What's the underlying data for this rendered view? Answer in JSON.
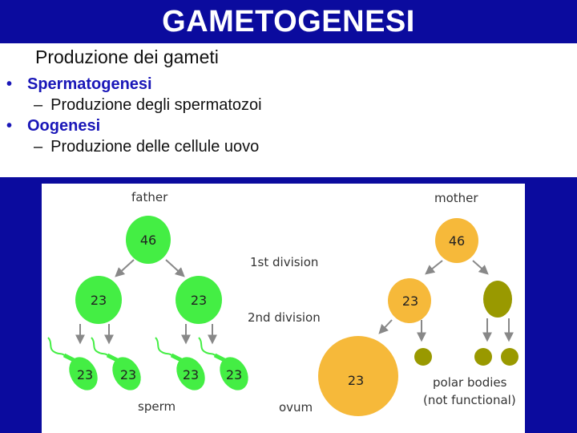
{
  "slide": {
    "title": "GAMETOGENESI",
    "subtitle": "Produzione dei gameti",
    "bullets": [
      {
        "bullet": "•",
        "label": "Spermatogenesi",
        "sub": "Produzione degli spermatozoi",
        "dash": "–"
      },
      {
        "bullet": "•",
        "label": "Oogenesi",
        "sub": "Produzione delle cellule uovo",
        "dash": "–"
      }
    ]
  },
  "diagram": {
    "father": "father",
    "mother": "mother",
    "first_division": "1st division",
    "second_division": "2nd division",
    "sperm": "sperm",
    "ovum": "ovum",
    "polar_bodies": "polar bodies",
    "not_functional": "(not functional)",
    "father_cell": "46",
    "mother_cell": "46",
    "sperm_gen1": [
      "23",
      "23"
    ],
    "sperm_cells": [
      "23",
      "23",
      "23",
      "23"
    ],
    "oocyte_gen1": "23",
    "ovum_cell": "23",
    "colors": {
      "title_bar": "#0b0b9e",
      "bullet_text": "#1a17b8",
      "male_cell": "#44ee44",
      "female_cell": "#f6b93a",
      "polar_body": "#999900",
      "arrow": "#888888"
    }
  }
}
